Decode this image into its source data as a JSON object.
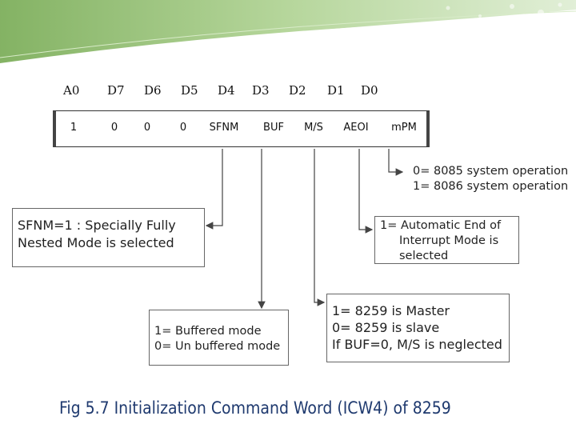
{
  "header_labels": [
    "A0",
    "D7",
    "D6",
    "D5",
    "D4",
    "D3",
    "D2",
    "D1",
    "D0"
  ],
  "register_cells": [
    "1",
    "0",
    "0",
    "0",
    "SFNM",
    "BUF",
    "M/S",
    "AEOI",
    "mPM"
  ],
  "notes": {
    "upm_line1": "0= 8085 system operation",
    "upm_line2": "1= 8086 system operation",
    "sfnm_line1": "SFNM=1 : Specially Fully",
    "sfnm_line2": "Nested Mode is selected",
    "aeoi_line1": "1= Automatic End of",
    "aeoi_line2": "Interrupt Mode is",
    "aeoi_line3": "selected",
    "buf_line1": "1= Buffered mode",
    "buf_line2": "0= Un buffered mode",
    "ms_line1": "1= 8259 is Master",
    "ms_line2": "0= 8259 is slave",
    "ms_line3": "If BUF=0, M/S is neglected"
  },
  "caption": "Fig 5.7 Initialization Command Word  (ICW4) of 8259",
  "colors": {
    "banner": "#8fbf6a",
    "caption": "#1f3a6f",
    "lines": "#444444"
  }
}
